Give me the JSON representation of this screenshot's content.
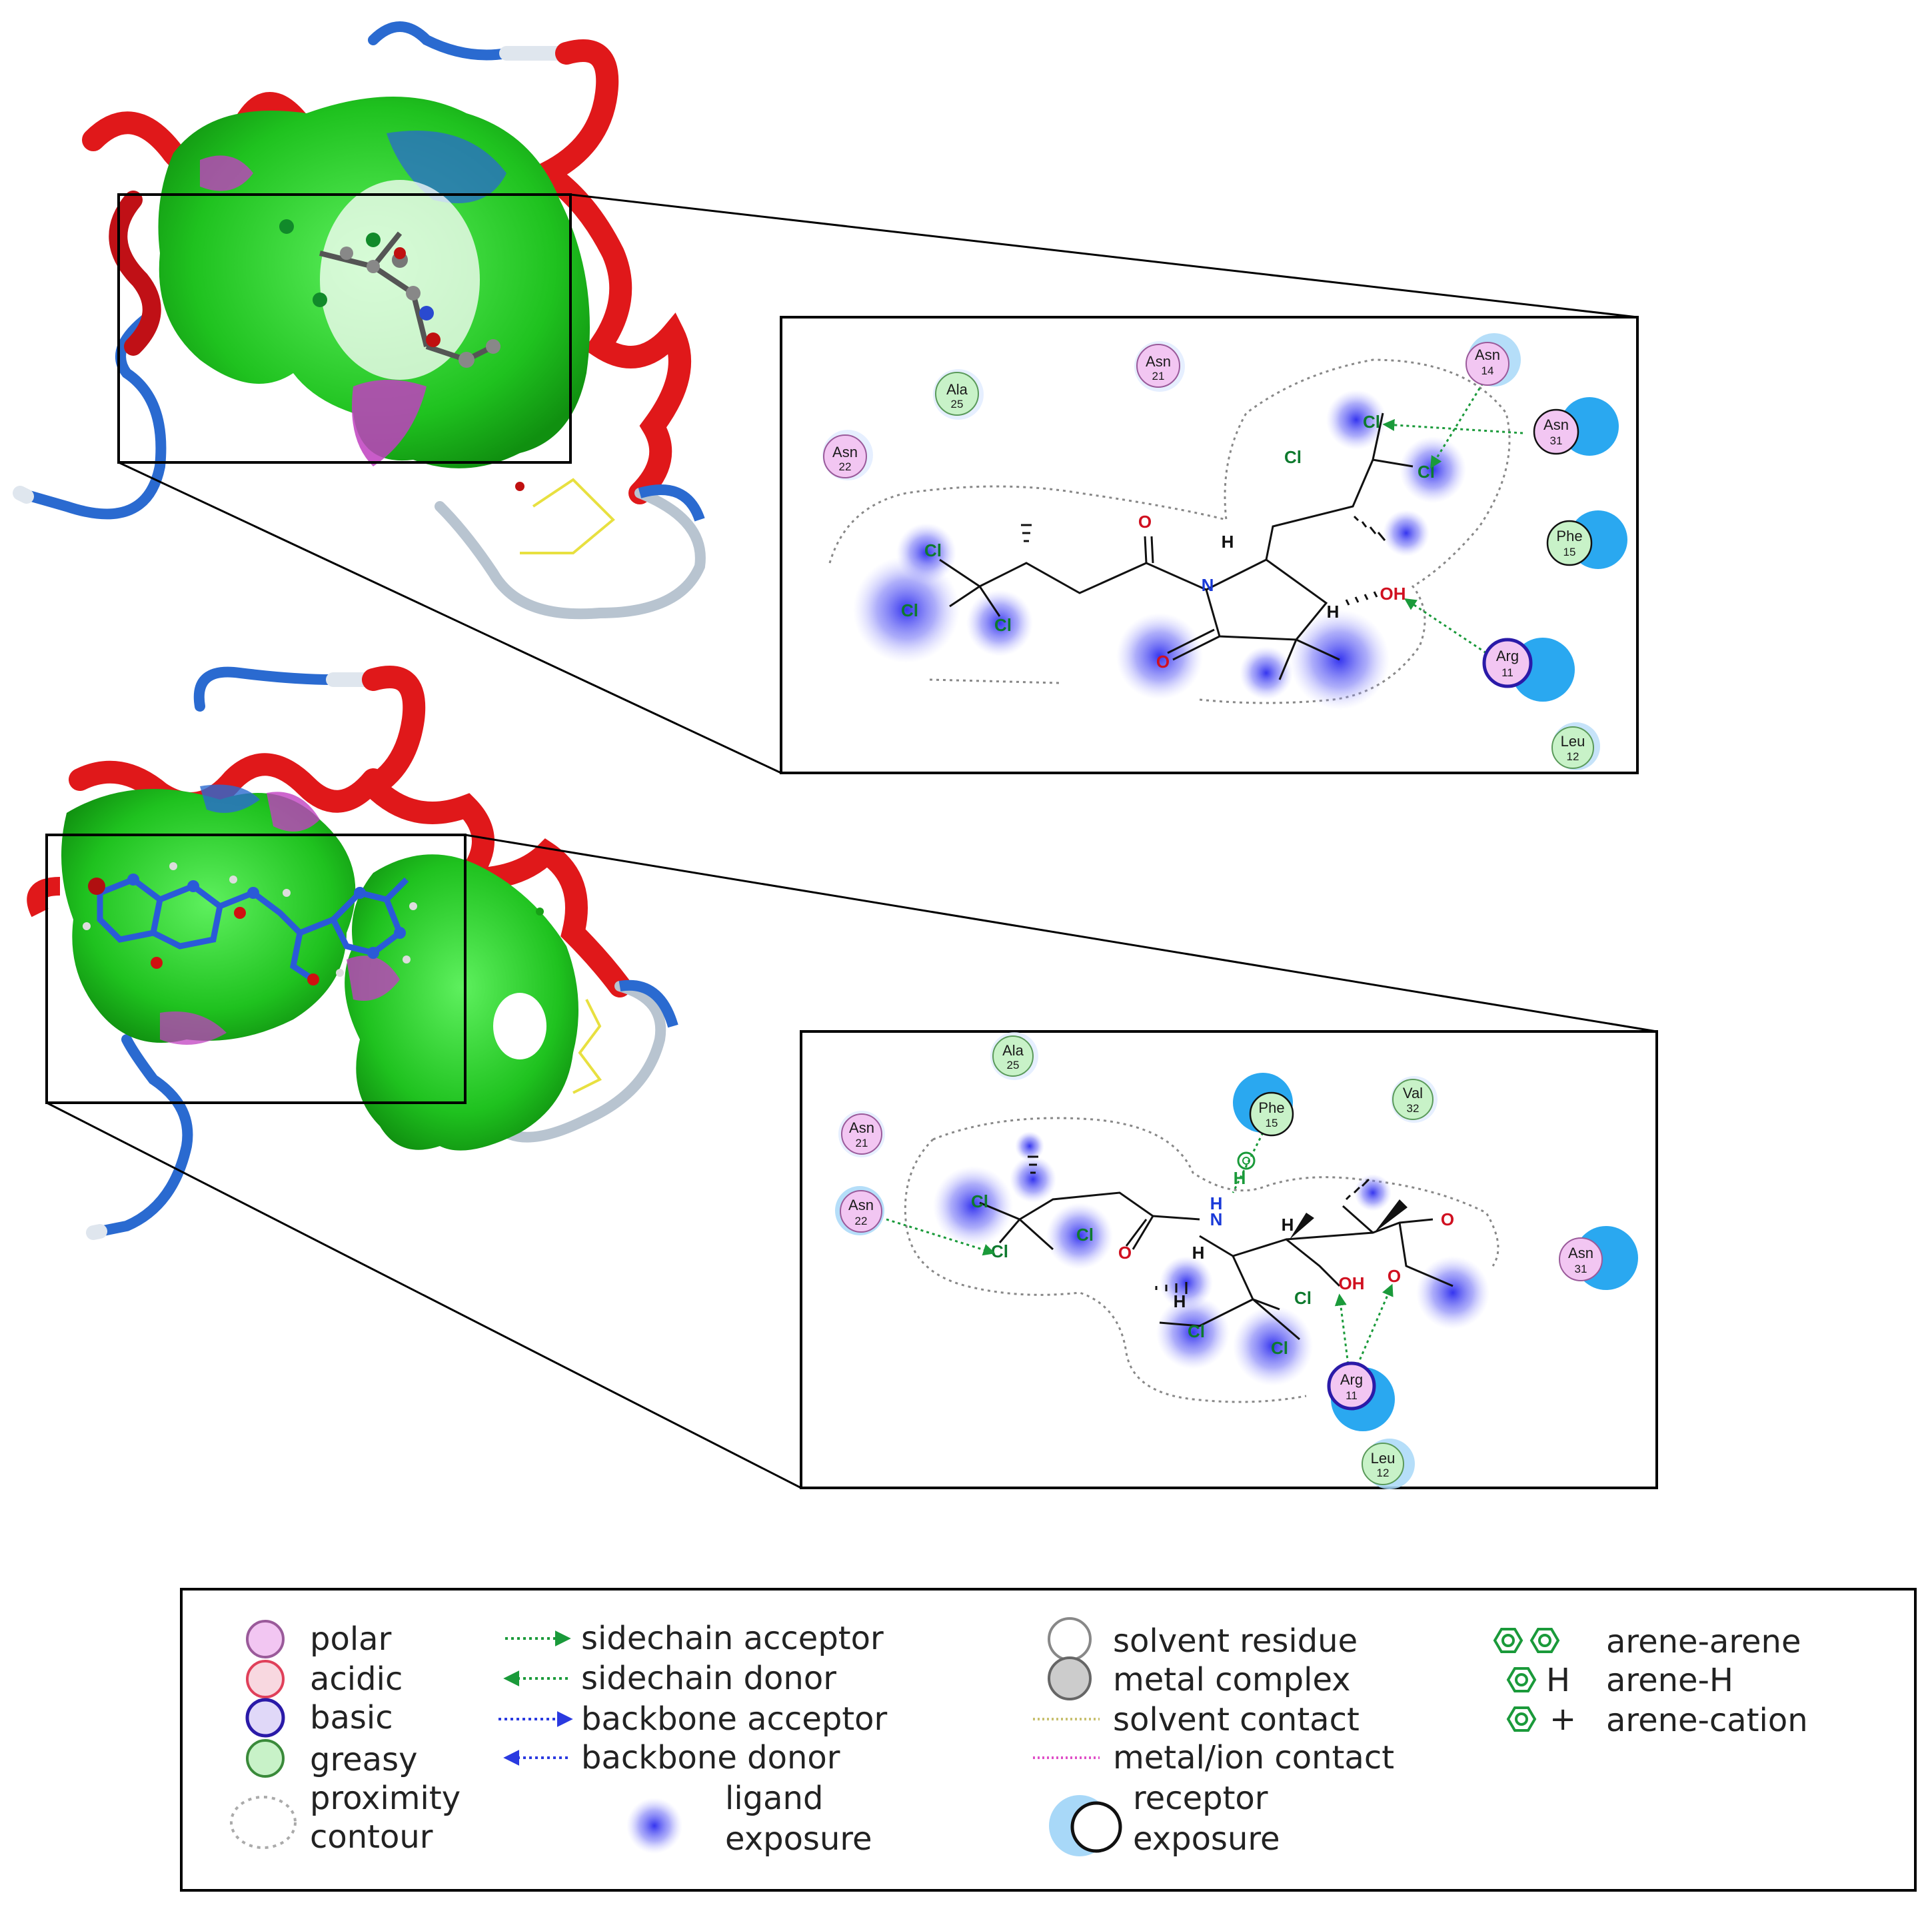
{
  "panel_top": {
    "residues": [
      {
        "name": "Asn",
        "num": "21",
        "type": "polar"
      },
      {
        "name": "Ala",
        "num": "25",
        "type": "greasy"
      },
      {
        "name": "Asn",
        "num": "22",
        "type": "polar"
      },
      {
        "name": "Asn",
        "num": "14",
        "type": "polar"
      },
      {
        "name": "Asn",
        "num": "31",
        "type": "polar"
      },
      {
        "name": "Phe",
        "num": "15",
        "type": "greasy"
      },
      {
        "name": "Arg",
        "num": "11",
        "type": "basic"
      },
      {
        "name": "Leu",
        "num": "12",
        "type": "greasy"
      }
    ],
    "atoms": [
      "Cl",
      "Cl",
      "Cl",
      "Cl",
      "Cl",
      "Cl",
      "O",
      "N",
      "O",
      "H",
      "H",
      "OH"
    ]
  },
  "panel_bottom": {
    "residues": [
      {
        "name": "Ala",
        "num": "25",
        "type": "greasy"
      },
      {
        "name": "Phe",
        "num": "15",
        "type": "greasy"
      },
      {
        "name": "Val",
        "num": "32",
        "type": "greasy"
      },
      {
        "name": "Asn",
        "num": "21",
        "type": "polar"
      },
      {
        "name": "Asn",
        "num": "22",
        "type": "polar"
      },
      {
        "name": "Asn",
        "num": "31",
        "type": "polar"
      },
      {
        "name": "Arg",
        "num": "11",
        "type": "basic"
      },
      {
        "name": "Leu",
        "num": "12",
        "type": "greasy"
      }
    ],
    "atoms": [
      "Cl",
      "Cl",
      "Cl",
      "Cl",
      "Cl",
      "Cl",
      "O",
      "N",
      "H",
      "H",
      "H",
      "H",
      "OH",
      "O",
      "O"
    ]
  },
  "legend": {
    "polar": "polar",
    "acidic": "acidic",
    "basic": "basic",
    "greasy": "greasy",
    "proximity_1": "proximity",
    "proximity_2": "contour",
    "sidechain_acceptor": "sidechain acceptor",
    "sidechain_donor": "sidechain donor",
    "backbone_acceptor": "backbone acceptor",
    "backbone_donor": "backbone donor",
    "ligand_1": "ligand",
    "ligand_2": "exposure",
    "solvent_residue": "solvent residue",
    "metal_complex": "metal complex",
    "solvent_contact": "solvent contact",
    "metal_ion_contact": "metal/ion contact",
    "receptor_1": "receptor",
    "receptor_2": "exposure",
    "arene_arene": "arene-arene",
    "arene_h": "arene-H",
    "arene_cation": "arene-cation",
    "arene_h_glyph": "H",
    "arene_cation_glyph": "+"
  },
  "colors": {
    "polar": "#f2c6f2",
    "acidic": "#e0405a",
    "basic": "#2a1aa8",
    "greasy": "#c8f2c8",
    "hbond": "#1a9a3a",
    "backbone": "#2a3ae0",
    "exposure": "#4a4af0",
    "receptor_exposure": "#2aa8f0",
    "helix": "#e0181a",
    "surface_green": "#22c828",
    "surface_magenta": "#c040c0",
    "coil_blue": "#2a6ad0"
  }
}
